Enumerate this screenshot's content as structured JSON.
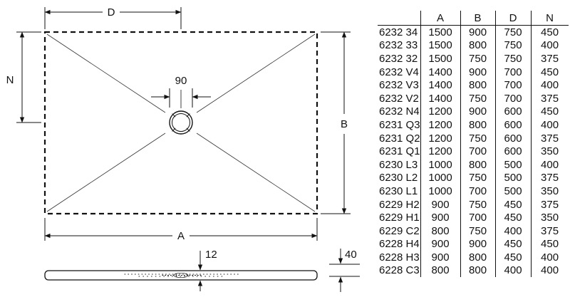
{
  "drawing": {
    "labels": {
      "d": "D",
      "n": "N",
      "a": "A",
      "b": "B",
      "drain_diameter": "90",
      "thickness": "12",
      "edge_height": "40"
    },
    "colors": {
      "line": "#111111",
      "background": "#ffffff"
    }
  },
  "table": {
    "headers": {
      "model": "",
      "a": "A",
      "b": "B",
      "d": "D",
      "n": "N"
    },
    "rows": [
      {
        "model": "6232 34",
        "a": "1500",
        "b": "900",
        "d": "750",
        "n": "450"
      },
      {
        "model": "6232 33",
        "a": "1500",
        "b": "800",
        "d": "750",
        "n": "400"
      },
      {
        "model": "6232 32",
        "a": "1500",
        "b": "750",
        "d": "750",
        "n": "375"
      },
      {
        "model": "6232 V4",
        "a": "1400",
        "b": "900",
        "d": "700",
        "n": "450"
      },
      {
        "model": "6232 V3",
        "a": "1400",
        "b": "800",
        "d": "700",
        "n": "400"
      },
      {
        "model": "6232 V2",
        "a": "1400",
        "b": "750",
        "d": "700",
        "n": "375"
      },
      {
        "model": "6232 N4",
        "a": "1200",
        "b": "900",
        "d": "600",
        "n": "450"
      },
      {
        "model": "6231 Q3",
        "a": "1200",
        "b": "800",
        "d": "600",
        "n": "400"
      },
      {
        "model": "6231 Q2",
        "a": "1200",
        "b": "750",
        "d": "600",
        "n": "375"
      },
      {
        "model": "6231 Q1",
        "a": "1200",
        "b": "700",
        "d": "600",
        "n": "350"
      },
      {
        "model": "6230 L3",
        "a": "1000",
        "b": "800",
        "d": "500",
        "n": "400"
      },
      {
        "model": "6230 L2",
        "a": "1000",
        "b": "750",
        "d": "500",
        "n": "375"
      },
      {
        "model": "6230 L1",
        "a": "1000",
        "b": "700",
        "d": "500",
        "n": "350"
      },
      {
        "model": "6229 H2",
        "a": "900",
        "b": "750",
        "d": "450",
        "n": "375"
      },
      {
        "model": "6229 H1",
        "a": "900",
        "b": "700",
        "d": "450",
        "n": "350"
      },
      {
        "model": "6229 C2",
        "a": "800",
        "b": "750",
        "d": "400",
        "n": "375"
      },
      {
        "model": "6228 H4",
        "a": "900",
        "b": "900",
        "d": "450",
        "n": "450"
      },
      {
        "model": "6228 H3",
        "a": "900",
        "b": "800",
        "d": "450",
        "n": "400"
      },
      {
        "model": "6228 C3",
        "a": "800",
        "b": "800",
        "d": "400",
        "n": "400"
      }
    ]
  }
}
